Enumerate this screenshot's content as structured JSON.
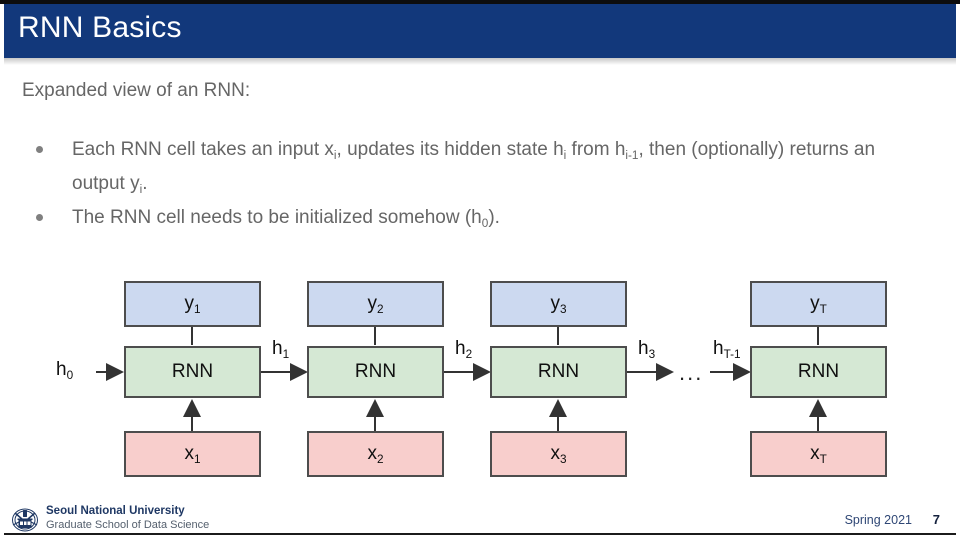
{
  "slide": {
    "title": "RNN Basics",
    "header_color": "#12387b",
    "intro": "Expanded view of an RNN:",
    "bullets": [
      {
        "segments": [
          {
            "t": "Each RNN cell takes an input x",
            "sub": false
          },
          {
            "t": "i",
            "sub": true
          },
          {
            "t": ", updates its hidden state h",
            "sub": false
          },
          {
            "t": "i",
            "sub": true
          },
          {
            "t": " from h",
            "sub": false
          },
          {
            "t": "i-1",
            "sub": true
          },
          {
            "t": ", then (optionally) returns an output y",
            "sub": false
          },
          {
            "t": "i",
            "sub": true
          },
          {
            "t": ".",
            "sub": false
          }
        ]
      },
      {
        "segments": [
          {
            "t": "The RNN cell needs to be initialized somehow (h",
            "sub": false
          },
          {
            "t": "0",
            "sub": true
          },
          {
            "t": ").",
            "sub": false
          }
        ]
      }
    ]
  },
  "diagram": {
    "cell_label": "RNN",
    "colors": {
      "output": "#ccd9f0",
      "cell": "#d5e8d4",
      "input": "#f8cecc",
      "stroke": "#4d4d4d"
    },
    "initial_state": {
      "base": "h",
      "sub": "0"
    },
    "ellipsis": "...",
    "columns": [
      {
        "output": {
          "base": "y",
          "sub": "1"
        },
        "cell": "RNN",
        "input": {
          "base": "x",
          "sub": "1"
        },
        "state_out": {
          "base": "h",
          "sub": "1"
        }
      },
      {
        "output": {
          "base": "y",
          "sub": "2"
        },
        "cell": "RNN",
        "input": {
          "base": "x",
          "sub": "2"
        },
        "state_out": {
          "base": "h",
          "sub": "2"
        }
      },
      {
        "output": {
          "base": "y",
          "sub": "3"
        },
        "cell": "RNN",
        "input": {
          "base": "x",
          "sub": "3"
        },
        "state_out": {
          "base": "h",
          "sub": "3"
        }
      },
      {
        "output": {
          "base": "y",
          "sub": "T"
        },
        "cell": "RNN",
        "input": {
          "base": "x",
          "sub": "T"
        },
        "state_in": {
          "base": "h",
          "sub": "T-1"
        }
      }
    ]
  },
  "footer": {
    "university": "Seoul National University",
    "school": "Graduate School of Data Science",
    "term": "Spring 2021",
    "page": "7",
    "logo_icon": "snu-emblem-icon"
  }
}
